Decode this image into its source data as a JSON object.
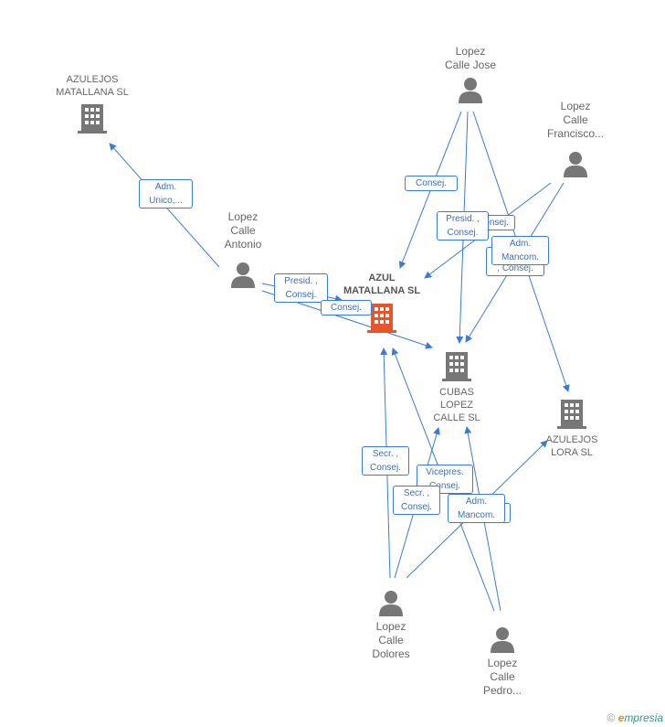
{
  "nodes": {
    "azul_matallana": {
      "name": "AZUL\nMATALLANA SL",
      "type": "company",
      "color": "#e8552a"
    },
    "azulejos_matallana": {
      "name": "AZULEJOS\nMATALLANA SL",
      "type": "company",
      "color": "#777777"
    },
    "cubas_lopez": {
      "name": "CUBAS\nLOPEZ\nCALLE SL",
      "type": "company",
      "color": "#777777"
    },
    "azulejos_lora": {
      "name": "AZULEJOS\nLORA SL",
      "type": "company",
      "color": "#777777"
    },
    "lopez_jose": {
      "name": "Lopez\nCalle Jose",
      "type": "person",
      "color": "#777777"
    },
    "lopez_francisco": {
      "name": "Lopez\nCalle\nFrancisco...",
      "type": "person",
      "color": "#777777"
    },
    "lopez_antonio": {
      "name": "Lopez\nCalle\nAntonio",
      "type": "person",
      "color": "#777777"
    },
    "lopez_dolores": {
      "name": "Lopez\nCalle\nDolores",
      "type": "person",
      "color": "#777777"
    },
    "lopez_pedro": {
      "name": "Lopez\nCalle\nPedro...",
      "type": "person",
      "color": "#777777"
    }
  },
  "edge_labels": {
    "adm_unico": "Adm.\nUnico,...",
    "consej_jose": "Consej.",
    "presid_consej_jose": "Presid. ,\nConsej.",
    "consej_back": "Consej.",
    "adm_mancom_francisco": "Adm.\nMancom.",
    "consej_francisco": ", Consej.",
    "presid_consej_antonio": "Presid. ,\nConsej.",
    "consej_antonio": "Consej.",
    "secr_consej_1": "Secr. ,\nConsej.",
    "vicepres_consej": "Vicepres.\nConsej.",
    "secr_consej_2": "Secr. ,\nConsej.",
    "adm_mancom_pedro": "Adm.\nMancom."
  },
  "colors": {
    "edge": "#3a7bd5",
    "main_company": "#e8552a",
    "node": "#777777"
  },
  "icons": {
    "company": "building-icon",
    "person": "person-icon"
  },
  "footer": {
    "copyright": "©",
    "brand_e": "e",
    "brand_rest": "mpresia"
  }
}
